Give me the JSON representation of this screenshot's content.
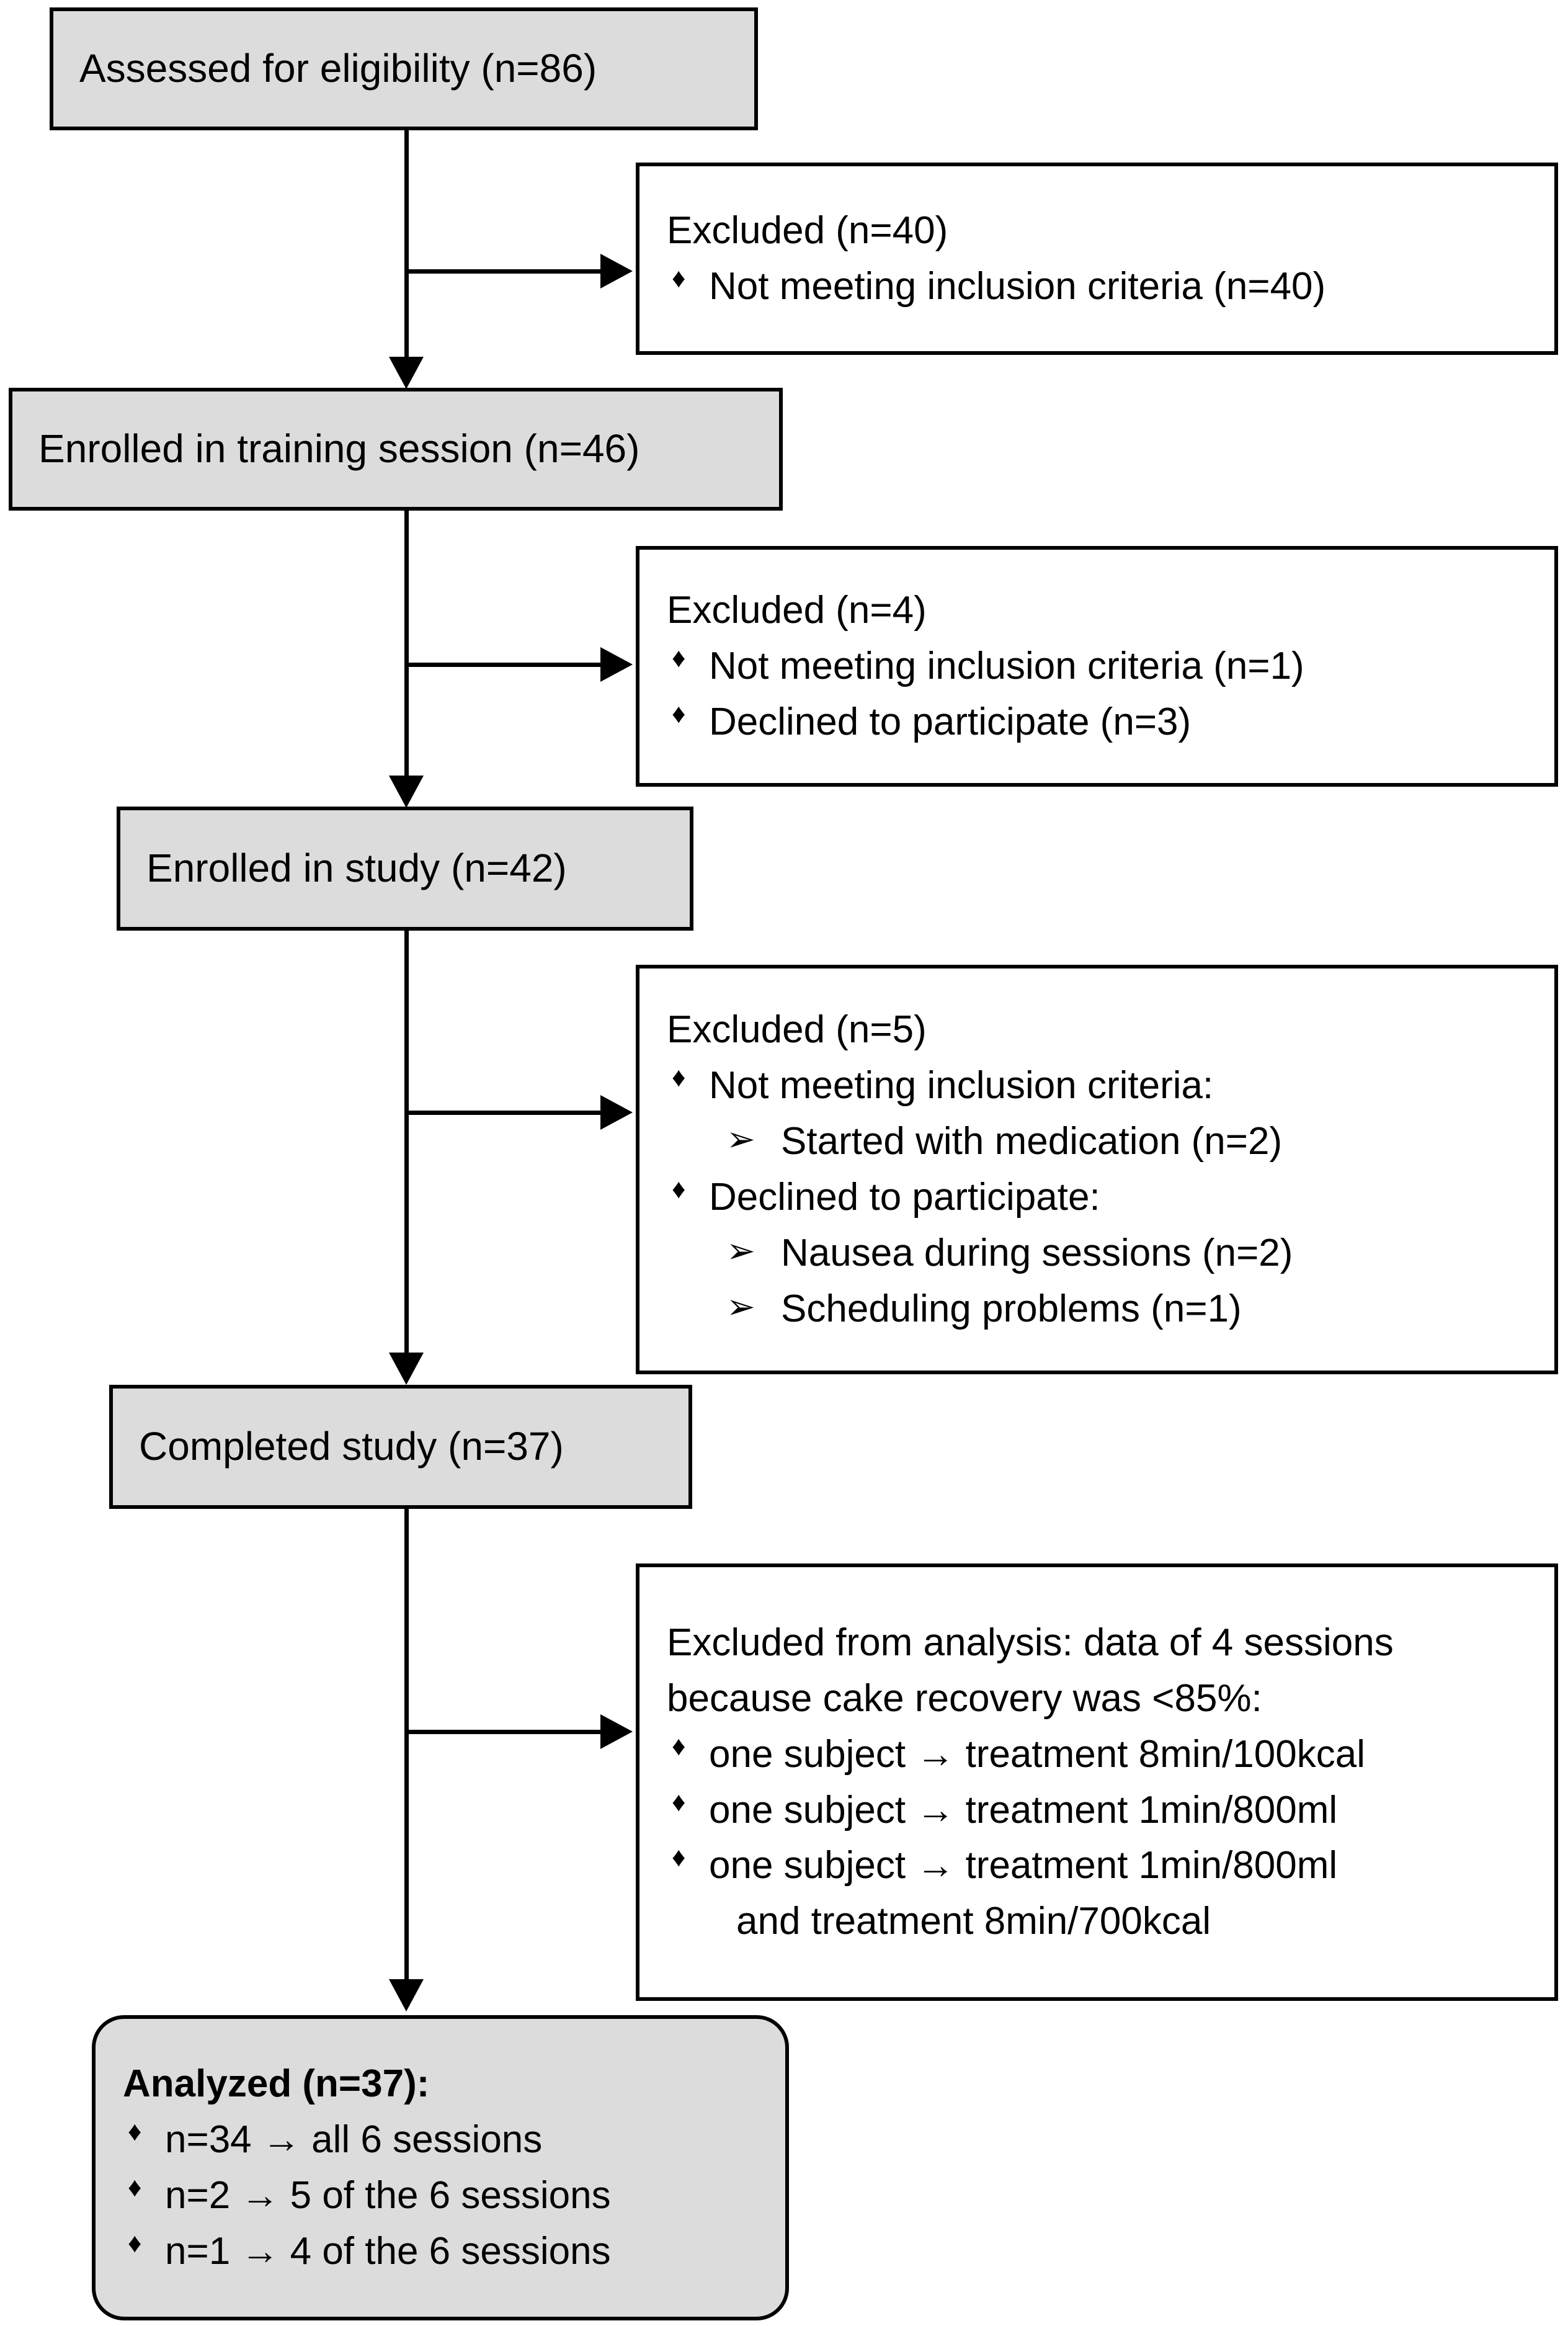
{
  "chart_data": {
    "type": "diagram",
    "title": "CONSORT participant flow diagram",
    "nodes": [
      {
        "id": "assessed",
        "label": "Assessed for eligibility (n=86)",
        "n": 86
      },
      {
        "id": "excluded1",
        "label": "Excluded (n=40)",
        "n": 40
      },
      {
        "id": "enrolled_training",
        "label": "Enrolled in training session (n=46)",
        "n": 46
      },
      {
        "id": "excluded2",
        "label": "Excluded (n=4)",
        "n": 4
      },
      {
        "id": "enrolled_study",
        "label": "Enrolled in study (n=42)",
        "n": 42
      },
      {
        "id": "excluded3",
        "label": "Excluded (n=5)",
        "n": 5
      },
      {
        "id": "completed",
        "label": "Completed study (n=37)",
        "n": 37
      },
      {
        "id": "excluded_analysis",
        "label": "Excluded from analysis: data of 4 sessions because cake recovery was <85%:",
        "n": 4
      },
      {
        "id": "analyzed",
        "label": "Analyzed (n=37):",
        "n": 37
      }
    ]
  },
  "flow": {
    "assessed": {
      "title": "Assessed for eligibility (n=86)"
    },
    "excluded_1": {
      "heading": "Excluded (n=40)",
      "items": [
        {
          "bullet": "diamond-bullet",
          "text": "Not meeting inclusion criteria (n=40)"
        }
      ]
    },
    "enrolled_training": {
      "title": "Enrolled in training session (n=46)"
    },
    "excluded_2": {
      "heading": "Excluded (n=4)",
      "items": [
        {
          "bullet": "diamond-bullet",
          "text": "Not meeting inclusion criteria (n=1)"
        },
        {
          "bullet": "diamond-bullet",
          "text": "Declined to participate (n=3)"
        }
      ]
    },
    "enrolled_study": {
      "title": "Enrolled in study (n=42)"
    },
    "excluded_3": {
      "heading": "Excluded (n=5)",
      "items": [
        {
          "bullet": "diamond-bullet",
          "text": "Not meeting inclusion criteria:"
        },
        {
          "bullet": "arrow-bullet",
          "text": "Started with medication (n=2)",
          "level": 2
        },
        {
          "bullet": "diamond-bullet",
          "text": "Declined to participate:"
        },
        {
          "bullet": "arrow-bullet",
          "text": "Nausea during sessions (n=2)",
          "level": 2
        },
        {
          "bullet": "arrow-bullet",
          "text": "Scheduling problems (n=1)",
          "level": 2
        }
      ]
    },
    "completed_study": {
      "title": "Completed study (n=37)"
    },
    "excluded_analysis": {
      "heading_line_1": "Excluded from analysis: data of 4 sessions",
      "heading_line_2": "because cake recovery was <85%:",
      "items": [
        {
          "bullet": "diamond-bullet",
          "text": "one subject → treatment 8min/100kcal"
        },
        {
          "bullet": "diamond-bullet",
          "text": "one subject → treatment 1min/800ml"
        },
        {
          "bullet": "diamond-bullet",
          "text": "one subject → treatment 1min/800ml"
        }
      ],
      "continuation": "and treatment 8min/700kcal"
    },
    "analyzed": {
      "heading": "Analyzed (n=37):",
      "items": [
        {
          "bullet": "diamond-bullet",
          "text": "n=34 → all 6 sessions"
        },
        {
          "bullet": "diamond-bullet",
          "text": "n=2 → 5 of the 6 sessions"
        },
        {
          "bullet": "diamond-bullet",
          "text": "n=1 → 4 of the 6 sessions"
        }
      ]
    },
    "glyphs": {
      "diamond": "♦",
      "arrow_head": "➢"
    },
    "colors": {
      "node_fill": "#dcdcdc",
      "node_border": "#000000",
      "plain_fill": "#ffffff",
      "text": "#000000"
    }
  }
}
